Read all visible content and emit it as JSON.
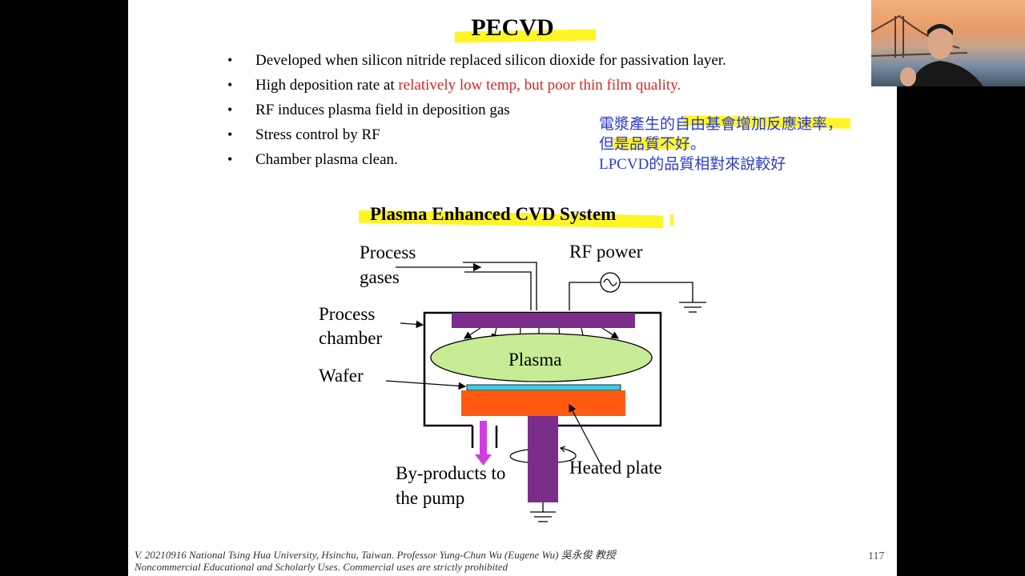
{
  "slide": {
    "title": "PECVD",
    "bullets": [
      {
        "marker": "•",
        "text": "Developed when silicon nitride replaced silicon dioxide for passivation layer.",
        "highlight": ""
      },
      {
        "marker": "•",
        "text": "High deposition rate at ",
        "highlight": "relatively low temp, but poor thin film quality."
      },
      {
        "marker": "•",
        "text": "RF induces plasma field in deposition gas",
        "highlight": ""
      },
      {
        "marker": "•",
        "text": "Stress control by RF",
        "highlight": ""
      },
      {
        "marker": "•",
        "text": "Chamber plasma clean.",
        "highlight": ""
      }
    ],
    "notes": [
      "電漿產生的自由基會增加反應速率，",
      "但是品質不好。",
      "LPCVD的品質相對來說較好"
    ],
    "diagram": {
      "title": "Plasma Enhanced CVD System",
      "labels": {
        "process_gases_1": "Process",
        "process_gases_2": "gases",
        "rf_power": "RF power",
        "process_chamber_1": "Process",
        "process_chamber_2": "chamber",
        "wafer": "Wafer",
        "plasma": "Plasma",
        "byproducts_1": "By-products to",
        "byproducts_2": "the pump",
        "heated_plate": "Heated plate"
      },
      "colors": {
        "showerhead": "#7b2d8b",
        "plasma": "#c8ec96",
        "wafer": "#33d1e8",
        "heated_plate": "#ff5a12",
        "pump_arrow": "#d03de0",
        "highlight": "#fff200",
        "red_text": "#d92424",
        "note_text": "#2a3bd1"
      }
    },
    "footer": {
      "line1": "V. 20210916 National Tsing Hua University, Hsinchu, Taiwan. Professor Yung-Chun Wu (Eugene Wu) 吳永俊 教授",
      "line2": "Noncommercial Educational and Scholarly Uses. Commercial uses are strictly prohibited"
    },
    "page_number": "117"
  }
}
